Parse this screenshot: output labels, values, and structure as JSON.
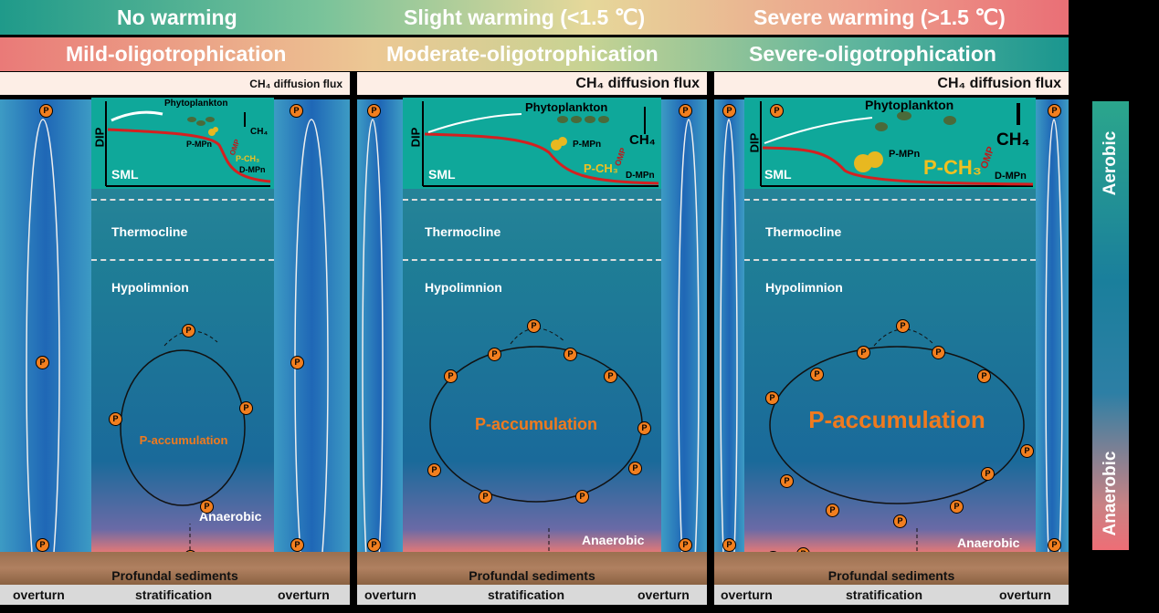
{
  "headers_top": [
    "No warming",
    "Slight warming (<1.5 ℃)",
    "Severe warming (>1.5 ℃)"
  ],
  "headers_bottom": [
    "Mild-oligotrophication",
    "Moderate-oligotrophication",
    "Severe-oligotrophication"
  ],
  "flux_label": "CH₄ diffusion flux",
  "layers": {
    "thermocline": "Thermocline",
    "hypolimnion": "Hypolimnion",
    "anaerobic": "Anaerobic",
    "sediments": "Profundal sediments",
    "sml": "SML"
  },
  "inset_labels": {
    "dip": "DIP",
    "phytoplankton": "Phytoplankton",
    "pmpn": "P-MPn",
    "pch3": "P-CH₃",
    "dmpn": "D-MPn",
    "ch4": "CH₄",
    "omp": "OMP"
  },
  "p_accumulation": "P-accumulation",
  "p_marker": "P",
  "bottom_labels": [
    "overturn",
    "stratification",
    "overturn"
  ],
  "sidebar": {
    "top": "Aerobic",
    "bottom": "Anaerobic"
  },
  "colors": {
    "p_marker": "#f27f1f",
    "dip_curve": "#d42020",
    "accent_text": "#f07a1e"
  }
}
